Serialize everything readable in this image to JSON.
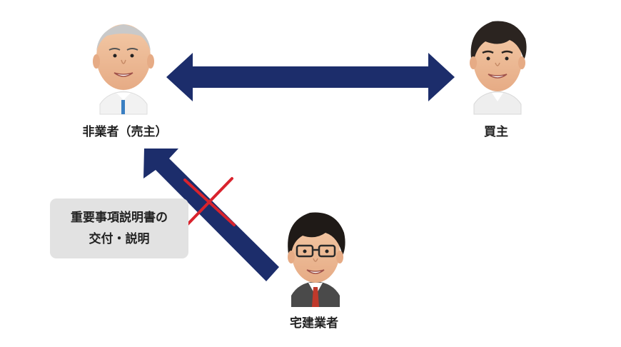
{
  "people": {
    "seller_label": "非業者（売主）",
    "buyer_label": "買主",
    "agent_label": "宅建業者"
  },
  "explanation": {
    "line1": "重要事項説明書の",
    "line2": "交付・説明"
  },
  "colors": {
    "arrow": "#1c2d6b",
    "cross": "#d9232d",
    "box": "#e2e2e2"
  },
  "icons": {
    "seller": "bald-man-avatar-icon",
    "buyer": "young-man-avatar-icon",
    "agent": "man-with-glasses-avatar-icon",
    "prohibited": "red-cross-icon"
  }
}
